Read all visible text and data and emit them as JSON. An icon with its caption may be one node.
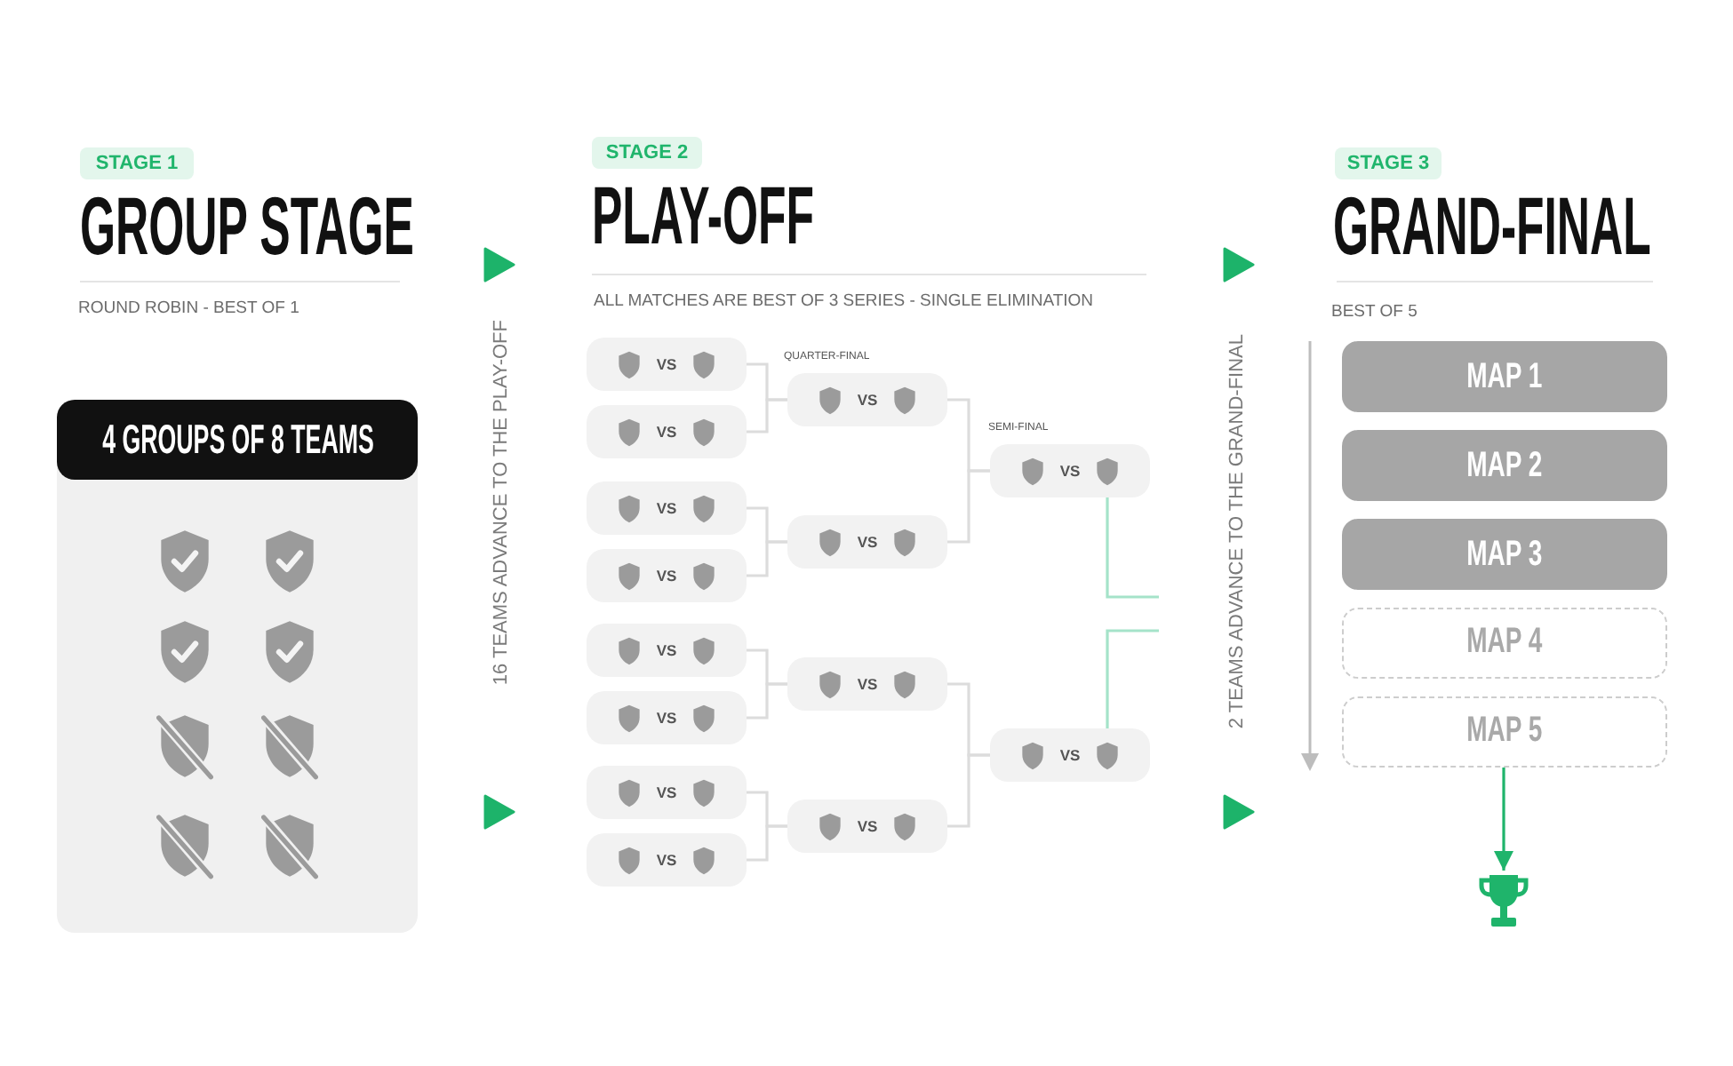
{
  "diagram": {
    "nodes": [
      {
        "text": [
          "STAGE 1"
        ]
      },
      {
        "text": [
          "4 GROUPS OF 8 TEAMS"
        ]
      },
      {
        "text": [
          "STAGE 2"
        ]
      },
      {
        "text": [
          "VS"
        ]
      },
      {
        "text": [
          "VS"
        ]
      },
      {
        "text": [
          "VS"
        ]
      },
      {
        "text": [
          "VS"
        ]
      },
      {
        "text": [
          "VS"
        ]
      },
      {
        "text": [
          "VS"
        ]
      },
      {
        "text": [
          "VS"
        ]
      },
      {
        "text": [
          "VS"
        ]
      },
      {
        "text": [
          "VS"
        ]
      },
      {
        "text": [
          "VS"
        ]
      },
      {
        "text": [
          "VS"
        ]
      },
      {
        "text": [
          "VS"
        ]
      },
      {
        "text": [
          "VS"
        ]
      },
      {
        "text": [
          "VS"
        ]
      },
      {
        "text": [
          "STAGE 3"
        ]
      },
      {
        "text": [
          "MAP 1"
        ]
      },
      {
        "text": [
          "MAP 2"
        ]
      },
      {
        "text": [
          "MAP 3"
        ]
      },
      {
        "text": [
          "MAP 4"
        ]
      },
      {
        "text": [
          "MAP 5"
        ]
      },
      {
        "text": [],
        "shape": "trophy"
      }
    ],
    "edges": [
      {
        "from": 3,
        "to": 11,
        "arrow": "none"
      },
      {
        "from": 4,
        "to": 11,
        "arrow": "none"
      },
      {
        "from": 5,
        "to": 12,
        "arrow": "none"
      },
      {
        "from": 6,
        "to": 12,
        "arrow": "none"
      },
      {
        "from": 7,
        "to": 13,
        "arrow": "none"
      },
      {
        "from": 8,
        "to": 13,
        "arrow": "none"
      },
      {
        "from": 9,
        "to": 14,
        "arrow": "none"
      },
      {
        "from": 10,
        "to": 14,
        "arrow": "none"
      },
      {
        "from": 11,
        "to": 15,
        "arrow": "none"
      },
      {
        "from": 12,
        "to": 15,
        "arrow": "none"
      },
      {
        "from": 13,
        "to": 16,
        "arrow": "none"
      },
      {
        "from": 14,
        "to": 16,
        "arrow": "none"
      },
      {
        "from": 15,
        "to": null,
        "arrow": "none",
        "color": "#a5e3c9"
      },
      {
        "from": 16,
        "to": null,
        "arrow": "none",
        "color": "#a5e3c9"
      },
      {
        "from": 22,
        "to": 23,
        "arrow": "to",
        "color": "#1fb46b"
      }
    ],
    "labels": [
      "GROUP STAGE",
      "ROUND ROBIN - BEST OF 1",
      "16 TEAMS ADVANCE TO THE PLAY-OFF",
      "PLAY-OFF",
      "ALL MATCHES ARE BEST OF 3 SERIES - SINGLE ELIMINATION",
      "QUARTER-FINAL",
      "SEMI-FINAL",
      "2 TEAMS ADVANCE TO THE GRAND-FINAL",
      "GRAND-FINAL",
      "BEST OF 5"
    ]
  }
}
